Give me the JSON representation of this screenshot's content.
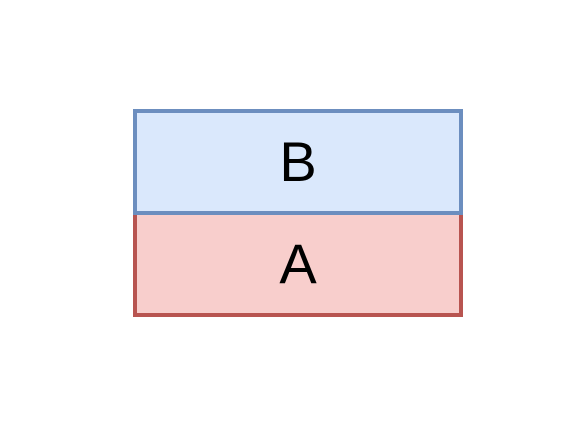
{
  "diagram": {
    "boxes": [
      {
        "id": "B",
        "label": "B",
        "fill": "#dae8fc",
        "stroke": "#6c8ebf"
      },
      {
        "id": "A",
        "label": "A",
        "fill": "#f8cecc",
        "stroke": "#b85450"
      }
    ]
  }
}
